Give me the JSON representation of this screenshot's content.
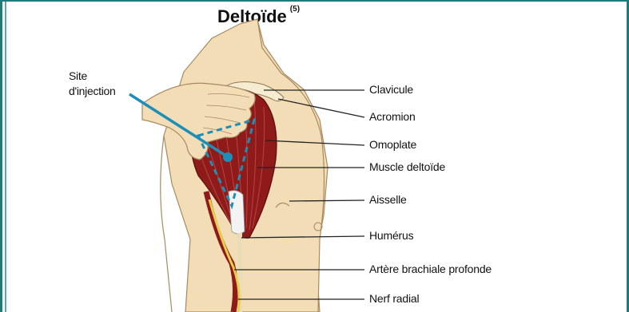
{
  "diagram": {
    "title": "Deltoïde",
    "title_ref": "(5)",
    "injection_label_line1": "Site",
    "injection_label_line2": "d'injection",
    "labels": [
      "Clavicule",
      "Acromion",
      "Omoplate",
      "Muscle deltoïde",
      "Aisselle",
      "Humérus",
      "Artère brachiale profonde",
      "Nerf radial"
    ],
    "colors": {
      "frame": "#1f7a7a",
      "muscle": "#8e1a1a",
      "skin": "#f2ddb6",
      "pointer": "#1b8fb8"
    }
  }
}
